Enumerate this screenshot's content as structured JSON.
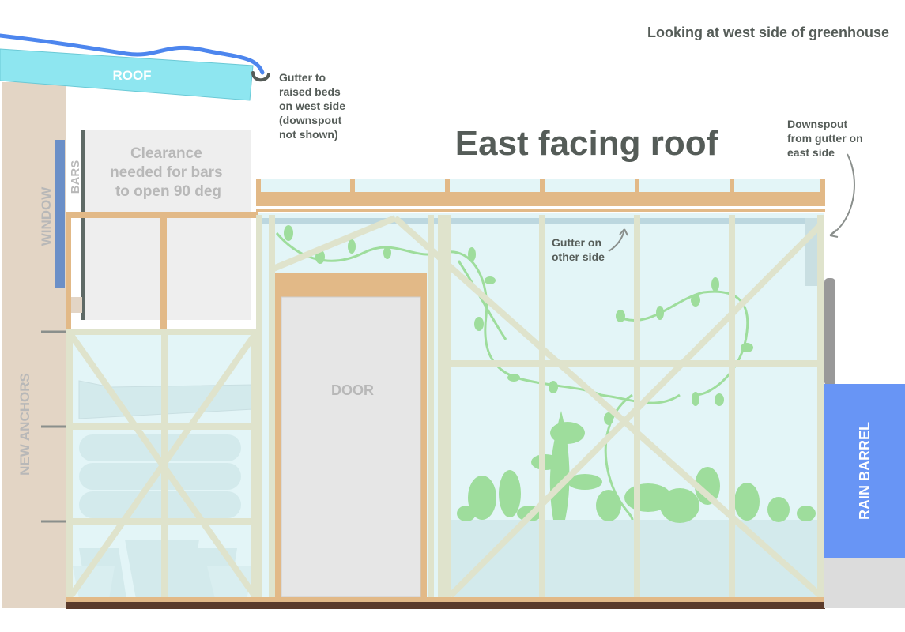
{
  "header": {
    "view_note": "Looking at west side of greenhouse",
    "main_title": "East facing roof"
  },
  "labels": {
    "roof": "ROOF",
    "window": "WINDOW",
    "bars": "BARS",
    "new_anchors": "NEW ANCHORS",
    "door": "DOOR",
    "rain_barrel": "RAIN BARREL"
  },
  "clearance": [
    "Clearance",
    "needed for bars",
    "to open 90 deg"
  ],
  "annotations": {
    "gutter_west": [
      "Gutter to",
      "raised beds",
      "on west side",
      "(downspout",
      "not shown)"
    ],
    "downspout_east": [
      "Downspout",
      "from gutter on",
      "east side"
    ],
    "gutter_other": [
      "Gutter on",
      "other side"
    ]
  },
  "colors": {
    "wood": "#e2b987",
    "frame": "#dfe3cc",
    "glass": "#e3f5f7",
    "plant": "#9edd9c",
    "rain_barrel": "#6895f5",
    "roof": "#8ee6f0",
    "hose": "#4d86ee",
    "text_dark": "#555c58",
    "text_gray": "#b8b8b8"
  }
}
